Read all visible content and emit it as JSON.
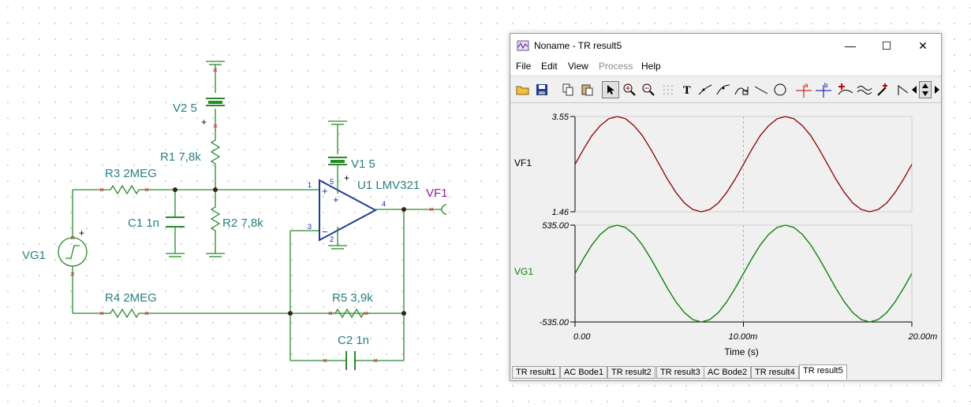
{
  "schematic": {
    "labels": {
      "v2": "V2 5",
      "r1": "R1 7,8k",
      "r3": "R3 2MEG",
      "c1": "C1 1n",
      "r2": "R2 7,8k",
      "vg1": "VG1",
      "r4": "R4 2MEG",
      "v1": "V1 5",
      "u1": "U1 LMV321",
      "vf1": "VF1",
      "r5": "R5 3,9k",
      "c2": "C2 1n"
    },
    "pins": {
      "p1": "1",
      "p2": "2",
      "p3": "3",
      "p4": "4",
      "p5": "5",
      "plus_in": "+",
      "minus_in": "−",
      "plus_v2": "+",
      "plus_v1": "+",
      "plus_vg": "+"
    }
  },
  "window": {
    "title": "Noname - TR result5",
    "controls": {
      "minimize": "—",
      "maximize": "☐",
      "close": "✕"
    },
    "menu": [
      {
        "label": "File",
        "enabled": true
      },
      {
        "label": "Edit",
        "enabled": true
      },
      {
        "label": "View",
        "enabled": true
      },
      {
        "label": "Process",
        "enabled": false
      },
      {
        "label": "Help",
        "enabled": true
      }
    ],
    "toolbar_icons": [
      "open-folder-icon",
      "save-icon",
      "copy-icon",
      "paste-icon",
      "pointer-icon",
      "zoom-in-icon",
      "zoom-100-icon",
      "grid-icon",
      "text-icon",
      "curve-1-icon",
      "curve-2-icon",
      "curve-3-icon",
      "line-icon",
      "circle-icon",
      "cursor-a-icon",
      "cursor-b-icon",
      "add-curve-icon",
      "wave-icon",
      "probe-icon",
      "marker-icon",
      "scroll-left-icon",
      "scroll-updown-icon",
      "scroll-right-icon"
    ],
    "tabs": [
      {
        "label": "TR result1",
        "active": false
      },
      {
        "label": "AC Bode1",
        "active": false
      },
      {
        "label": "TR result2",
        "active": false
      },
      {
        "label": "TR result3",
        "active": false
      },
      {
        "label": "AC Bode2",
        "active": false
      },
      {
        "label": "TR result4",
        "active": false
      },
      {
        "label": "TR result5",
        "active": true
      }
    ]
  },
  "chart_data": [
    {
      "type": "line",
      "series": [
        {
          "name": "VF1",
          "color": "#8b0000"
        }
      ],
      "ylim": [
        1.46,
        3.55
      ],
      "ytick_labels": [
        "3.55",
        "1.46"
      ],
      "xlim": [
        0,
        0.02
      ],
      "x": [
        0,
        0.0005,
        0.001,
        0.0015,
        0.002,
        0.0025,
        0.003,
        0.0035,
        0.004,
        0.0045,
        0.005,
        0.0055,
        0.006,
        0.0065,
        0.007,
        0.0075,
        0.008,
        0.0085,
        0.009,
        0.0095,
        0.01,
        0.0105,
        0.011,
        0.0115,
        0.012,
        0.0125,
        0.013,
        0.0135,
        0.014,
        0.0145,
        0.015,
        0.0155,
        0.016,
        0.0165,
        0.017,
        0.0175,
        0.018,
        0.0185,
        0.019,
        0.0195,
        0.02
      ],
      "y": [
        2.5,
        2.83,
        3.13,
        3.35,
        3.5,
        3.55,
        3.5,
        3.35,
        3.13,
        2.83,
        2.5,
        2.17,
        1.88,
        1.65,
        1.51,
        1.46,
        1.51,
        1.65,
        1.88,
        2.17,
        2.5,
        2.83,
        3.13,
        3.35,
        3.5,
        3.55,
        3.5,
        3.35,
        3.13,
        2.83,
        2.5,
        2.17,
        1.88,
        1.65,
        1.51,
        1.46,
        1.51,
        1.65,
        1.88,
        2.17,
        2.5
      ],
      "grid": "vertical-dashed-at-10ms"
    },
    {
      "type": "line",
      "series": [
        {
          "name": "VG1",
          "color": "#008000"
        }
      ],
      "ylim": [
        -535,
        535
      ],
      "ytick_labels": [
        "535.00",
        "-535.00"
      ],
      "xlim": [
        0,
        0.02
      ],
      "x": [
        0,
        0.0005,
        0.001,
        0.0015,
        0.002,
        0.0025,
        0.003,
        0.0035,
        0.004,
        0.0045,
        0.005,
        0.0055,
        0.006,
        0.0065,
        0.007,
        0.0075,
        0.008,
        0.0085,
        0.009,
        0.0095,
        0.01,
        0.0105,
        0.011,
        0.0115,
        0.012,
        0.0125,
        0.013,
        0.0135,
        0.014,
        0.0145,
        0.015,
        0.0155,
        0.016,
        0.0165,
        0.017,
        0.0175,
        0.018,
        0.0185,
        0.019,
        0.0195,
        0.02
      ],
      "y": [
        0,
        165,
        315,
        433,
        509,
        535,
        509,
        433,
        315,
        165,
        0,
        -165,
        -315,
        -433,
        -509,
        -535,
        -509,
        -433,
        -315,
        -165,
        0,
        165,
        315,
        433,
        509,
        535,
        509,
        433,
        315,
        165,
        0,
        -165,
        -315,
        -433,
        -509,
        -535,
        -509,
        -433,
        -315,
        -165,
        0
      ],
      "xlabel": "Time (s)",
      "xtick_labels": [
        "0.00",
        "10.00m",
        "20.00m"
      ]
    }
  ]
}
